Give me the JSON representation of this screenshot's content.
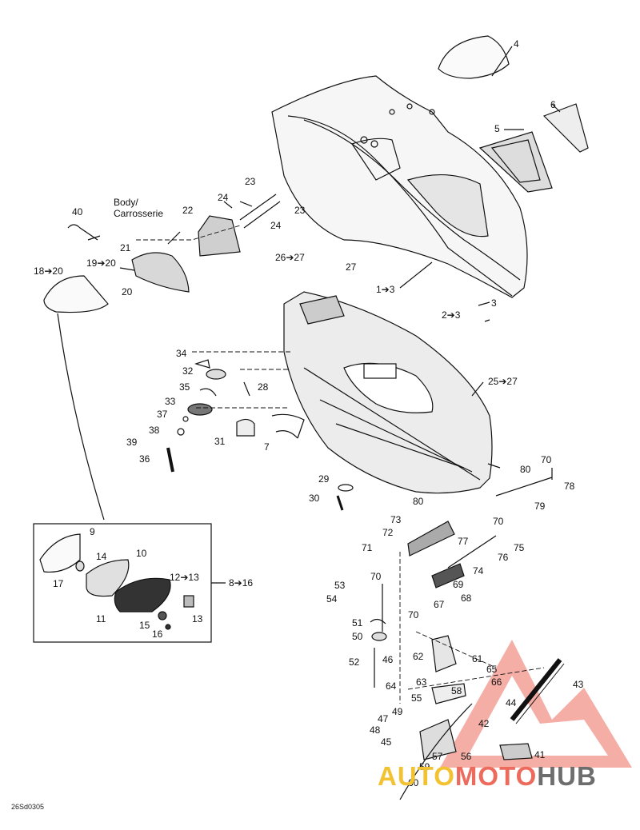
{
  "diagram": {
    "body_label": "Body/\nCarrosserie",
    "drawing_code": "26Sd0305",
    "callouts": [
      {
        "id": "c4",
        "text": "4"
      },
      {
        "id": "c6",
        "text": "6"
      },
      {
        "id": "c5",
        "text": "5"
      },
      {
        "id": "c23a",
        "text": "23"
      },
      {
        "id": "c24a",
        "text": "24"
      },
      {
        "id": "c22",
        "text": "22"
      },
      {
        "id": "c23b",
        "text": "23"
      },
      {
        "id": "c24b",
        "text": "24"
      },
      {
        "id": "c40",
        "text": "40"
      },
      {
        "id": "c21",
        "text": "21"
      },
      {
        "id": "c19",
        "text": "19➔20"
      },
      {
        "id": "c18",
        "text": "18➔20"
      },
      {
        "id": "c20",
        "text": "20"
      },
      {
        "id": "c2627",
        "text": "26➔27"
      },
      {
        "id": "c27",
        "text": "27"
      },
      {
        "id": "c13",
        "text": "1➔3"
      },
      {
        "id": "c3",
        "text": "3"
      },
      {
        "id": "c23r",
        "text": "2➔3"
      },
      {
        "id": "c34",
        "text": "34"
      },
      {
        "id": "c32",
        "text": "32"
      },
      {
        "id": "c28",
        "text": "28"
      },
      {
        "id": "c35",
        "text": "35"
      },
      {
        "id": "c2527",
        "text": "25➔27"
      },
      {
        "id": "c33",
        "text": "33"
      },
      {
        "id": "c37",
        "text": "37"
      },
      {
        "id": "c38",
        "text": "38"
      },
      {
        "id": "c39",
        "text": "39"
      },
      {
        "id": "c31",
        "text": "31"
      },
      {
        "id": "c7",
        "text": "7"
      },
      {
        "id": "c36",
        "text": "36"
      },
      {
        "id": "c29",
        "text": "29"
      },
      {
        "id": "c30",
        "text": "30"
      },
      {
        "id": "c80a",
        "text": "80"
      },
      {
        "id": "c70a",
        "text": "70"
      },
      {
        "id": "c78",
        "text": "78"
      },
      {
        "id": "c80b",
        "text": "80"
      },
      {
        "id": "c79",
        "text": "79"
      },
      {
        "id": "c73",
        "text": "73"
      },
      {
        "id": "c72",
        "text": "72"
      },
      {
        "id": "c70b",
        "text": "70"
      },
      {
        "id": "c77",
        "text": "77"
      },
      {
        "id": "c75",
        "text": "75"
      },
      {
        "id": "c71",
        "text": "71"
      },
      {
        "id": "c76",
        "text": "76"
      },
      {
        "id": "c70c",
        "text": "70"
      },
      {
        "id": "c74",
        "text": "74"
      },
      {
        "id": "c9",
        "text": "9"
      },
      {
        "id": "c14",
        "text": "14"
      },
      {
        "id": "c10",
        "text": "10"
      },
      {
        "id": "c1213",
        "text": "12➔13"
      },
      {
        "id": "c816",
        "text": "8➔16"
      },
      {
        "id": "c17",
        "text": "17"
      },
      {
        "id": "c11",
        "text": "11"
      },
      {
        "id": "c15",
        "text": "15"
      },
      {
        "id": "c13b",
        "text": "13"
      },
      {
        "id": "c16",
        "text": "16"
      },
      {
        "id": "c53",
        "text": "53"
      },
      {
        "id": "c54",
        "text": "54"
      },
      {
        "id": "c69",
        "text": "69"
      },
      {
        "id": "c68",
        "text": "68"
      },
      {
        "id": "c67",
        "text": "67"
      },
      {
        "id": "c70d",
        "text": "70"
      },
      {
        "id": "c51",
        "text": "51"
      },
      {
        "id": "c50",
        "text": "50"
      },
      {
        "id": "c62",
        "text": "62"
      },
      {
        "id": "c61",
        "text": "61"
      },
      {
        "id": "c52",
        "text": "52"
      },
      {
        "id": "c46",
        "text": "46"
      },
      {
        "id": "c65",
        "text": "65"
      },
      {
        "id": "c66",
        "text": "66"
      },
      {
        "id": "c63",
        "text": "63"
      },
      {
        "id": "c64",
        "text": "64"
      },
      {
        "id": "c43",
        "text": "43"
      },
      {
        "id": "c58",
        "text": "58"
      },
      {
        "id": "c55",
        "text": "55"
      },
      {
        "id": "c44",
        "text": "44"
      },
      {
        "id": "c49",
        "text": "49"
      },
      {
        "id": "c47",
        "text": "47"
      },
      {
        "id": "c42",
        "text": "42"
      },
      {
        "id": "c48",
        "text": "48"
      },
      {
        "id": "c45",
        "text": "45"
      },
      {
        "id": "c41",
        "text": "41"
      },
      {
        "id": "c57",
        "text": "57"
      },
      {
        "id": "c56",
        "text": "56"
      },
      {
        "id": "c59",
        "text": "59"
      },
      {
        "id": "c60",
        "text": "60"
      }
    ]
  },
  "watermark": {
    "part1": "AUTO",
    "part2": "MOTO",
    "part3": "HUB",
    "color1": "#f2c233",
    "color2": "#ec6b5c",
    "color3": "#6d6d6d",
    "triangle_color": "#ec6b5c"
  }
}
